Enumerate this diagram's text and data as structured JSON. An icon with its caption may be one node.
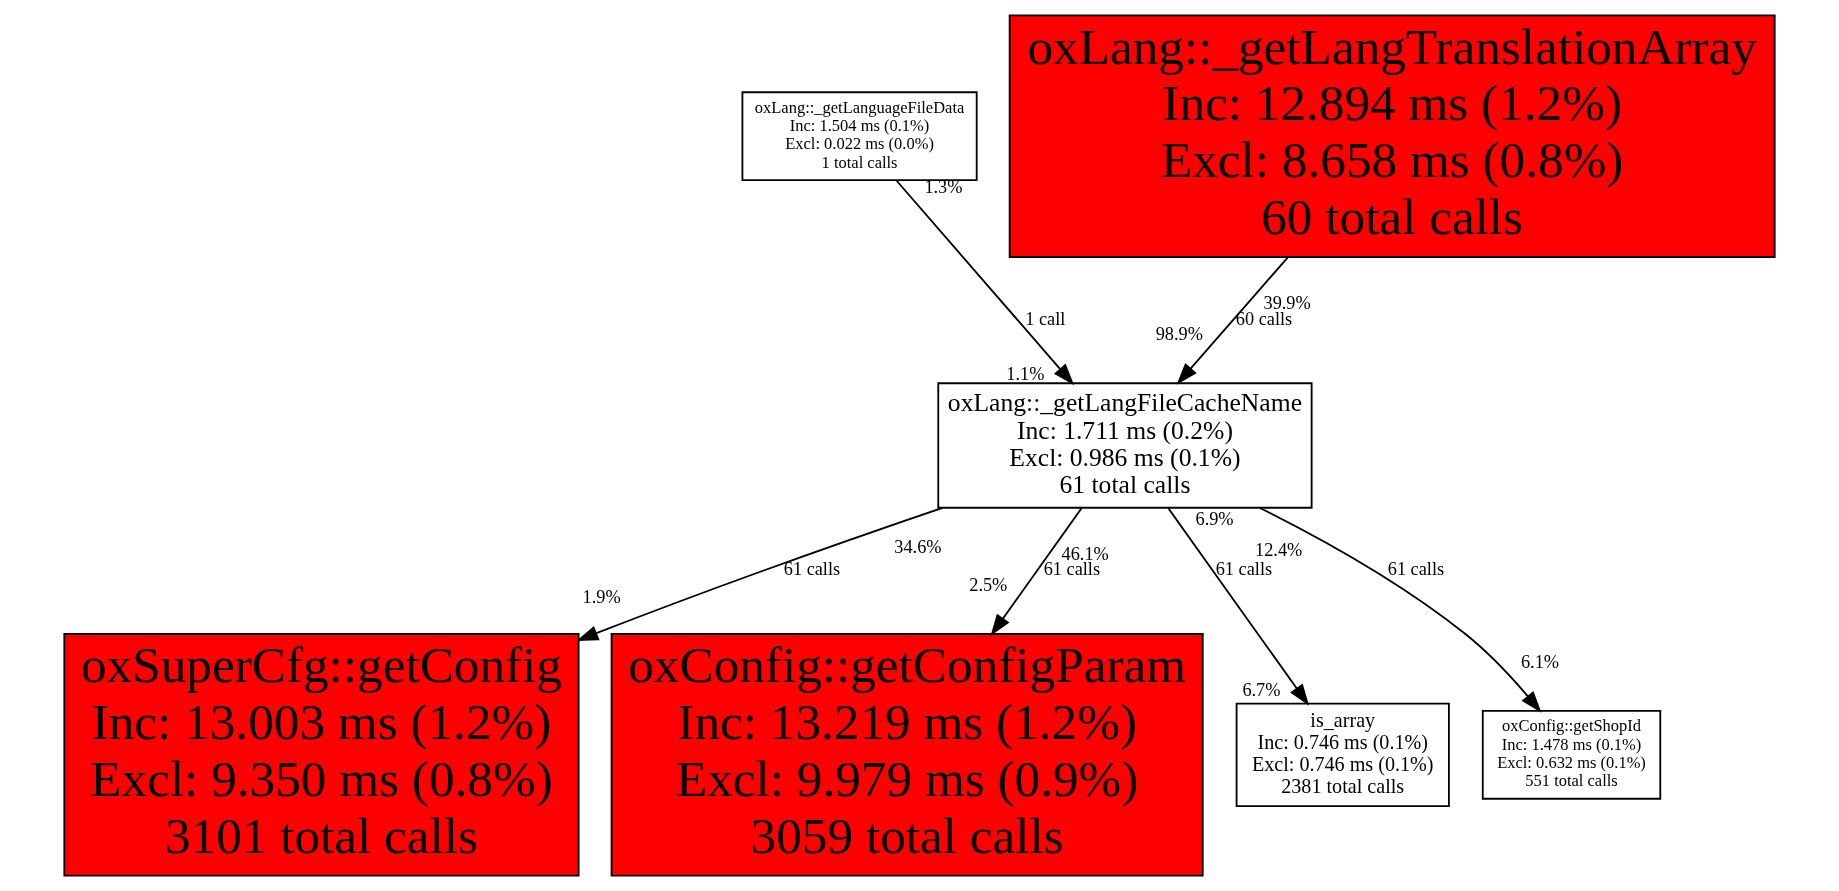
{
  "diagram": {
    "nodes": [
      {
        "text": [
          "oxLang::_getLanguageFileData",
          "Inc: 1.504 ms (0.1%)",
          "Excl: 0.022 ms (0.0%)",
          "1 total calls"
        ],
        "beside": [
          "1.3%"
        ]
      },
      {
        "text": [
          "oxLang::_getLangTranslationArray",
          "Inc: 12.894 ms (1.2%)",
          "Excl: 8.658 ms (0.8%)",
          "60 total calls"
        ],
        "beside": [
          "39.9%"
        ]
      },
      {
        "text": [
          "oxLang::_getLangFileCacheName",
          "Inc: 1.711 ms (0.2%)",
          "Excl: 0.986 ms (0.1%)",
          "61 total calls"
        ],
        "beside": [
          "1.1%",
          "98.9%",
          "34.6%",
          "46.1%",
          "6.9%",
          "12.4%"
        ]
      },
      {
        "text": [
          "oxSuperCfg::getConfig",
          "Inc: 13.003 ms (1.2%)",
          "Excl: 9.350 ms (0.8%)",
          "3101 total calls"
        ],
        "beside": [
          "1.9%"
        ]
      },
      {
        "text": [
          "oxConfig::getConfigParam",
          "Inc: 13.219 ms (1.2%)",
          "Excl: 9.979 ms (0.9%)",
          "3059 total calls"
        ],
        "beside": [
          "2.5%"
        ]
      },
      {
        "text": [
          "is_array",
          "Inc: 0.746 ms (0.1%)",
          "Excl: 0.746 ms (0.1%)",
          "2381 total calls"
        ],
        "beside": [
          "6.7%"
        ]
      },
      {
        "text": [
          "oxConfig::getShopId",
          "Inc: 1.478 ms (0.1%)",
          "Excl: 0.632 ms (0.1%)",
          "551 total calls"
        ],
        "beside": [
          "6.1%"
        ]
      }
    ],
    "edges": [
      {
        "from": 0,
        "to": 2,
        "arrow": "to",
        "label": "1 call"
      },
      {
        "from": 1,
        "to": 2,
        "arrow": "to",
        "label": "60 calls"
      },
      {
        "from": 2,
        "to": 3,
        "arrow": "to",
        "label": "61 calls"
      },
      {
        "from": 2,
        "to": 4,
        "arrow": "to",
        "label": "61 calls"
      },
      {
        "from": 2,
        "to": 5,
        "arrow": "to",
        "label": "61 calls"
      },
      {
        "from": 2,
        "to": 6,
        "arrow": "to",
        "label": "61 calls"
      }
    ]
  }
}
